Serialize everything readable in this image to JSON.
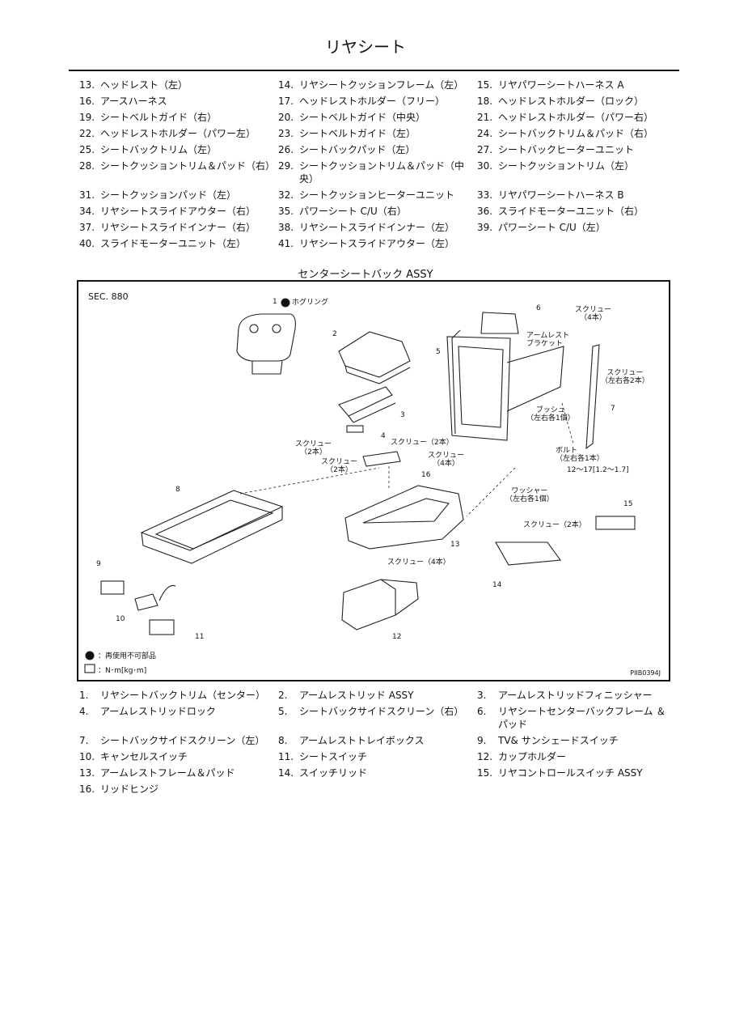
{
  "page_title": "リヤシート",
  "parts_top": [
    [
      {
        "num": "13.",
        "name": "ヘッドレスト（左）"
      },
      {
        "num": "14.",
        "name": "リヤシートクッションフレーム（左）"
      },
      {
        "num": "15.",
        "name": "リヤパワーシートハーネス A"
      }
    ],
    [
      {
        "num": "16.",
        "name": "アースハーネス"
      },
      {
        "num": "17.",
        "name": "ヘッドレストホルダー（フリー）"
      },
      {
        "num": "18.",
        "name": "ヘッドレストホルダー（ロック）"
      }
    ],
    [
      {
        "num": "19.",
        "name": "シートベルトガイド（右）"
      },
      {
        "num": "20.",
        "name": "シートベルトガイド（中央）"
      },
      {
        "num": "21.",
        "name": "ヘッドレストホルダー（パワー右）"
      }
    ],
    [
      {
        "num": "22.",
        "name": "ヘッドレストホルダー（パワー左）"
      },
      {
        "num": "23.",
        "name": "シートベルトガイド（左）"
      },
      {
        "num": "24.",
        "name": "シートバックトリム＆パッド（右）"
      }
    ],
    [
      {
        "num": "25.",
        "name": "シートバックトリム（左）"
      },
      {
        "num": "26.",
        "name": "シートバックパッド（左）"
      },
      {
        "num": "27.",
        "name": "シートバックヒーターユニット"
      }
    ],
    [
      {
        "num": "28.",
        "name": "シートクッショントリム＆パッド（右）"
      },
      {
        "num": "29.",
        "name": "シートクッショントリム＆パッド（中央）"
      },
      {
        "num": "30.",
        "name": "シートクッショントリム（左）"
      }
    ],
    [
      {
        "num": "31.",
        "name": "シートクッションパッド（左）"
      },
      {
        "num": "32.",
        "name": "シートクッションヒーターユニット"
      },
      {
        "num": "33.",
        "name": "リヤパワーシートハーネス B"
      }
    ],
    [
      {
        "num": "34.",
        "name": "リヤシートスライドアウター（右）"
      },
      {
        "num": "35.",
        "name": "パワーシート C/U（右）"
      },
      {
        "num": "36.",
        "name": "スライドモーターユニット（右）"
      }
    ],
    [
      {
        "num": "37.",
        "name": "リヤシートスライドインナー（右）"
      },
      {
        "num": "38.",
        "name": "リヤシートスライドインナー（左）"
      },
      {
        "num": "39.",
        "name": "パワーシート C/U（左）"
      }
    ],
    [
      {
        "num": "40.",
        "name": "スライドモーターユニット（左）"
      },
      {
        "num": "41.",
        "name": "リヤシートスライドアウター（左）"
      },
      {
        "num": "",
        "name": ""
      }
    ]
  ],
  "section_title": "センターシートバック ASSY",
  "figure": {
    "sec": "SEC. 880",
    "id": "PIIB0394J",
    "legend_nonreusable": "：再使用不可部品",
    "legend_torque": "：N･m[kg･m]",
    "labels": {
      "hog_ring": "ホグリング",
      "screw_4": "スクリュー\n（4本）",
      "armrest_bracket": "アームレスト\nブラケット",
      "screw_lr2": "スクリュー\n（左右各2本）",
      "bush": "ブッシュ\n（左右各1個）",
      "bolt": "ボルト\n（左右各1本）",
      "torque": "12～17[1.2～1.7]",
      "washer": "ワッシャー\n（左右各1個）",
      "screw_a": "スクリュー\n（2本）",
      "screw_b": "スクリュー\n（2本）",
      "screw_c": "スクリュー（2本）",
      "screw_d": "スクリュー\n（4本）",
      "screw_e": "スクリュー（2本）",
      "screw_f": "スクリュー（4本）"
    },
    "callouts": [
      "1",
      "2",
      "3",
      "4",
      "5",
      "6",
      "7",
      "8",
      "9",
      "10",
      "11",
      "12",
      "13",
      "14",
      "15",
      "16"
    ]
  },
  "parts_bottom": [
    [
      {
        "num": "1.",
        "name": "リヤシートバックトリム（センター）"
      },
      {
        "num": "2.",
        "name": "アームレストリッド ASSY"
      },
      {
        "num": "3.",
        "name": "アームレストリッドフィニッシャー"
      }
    ],
    [
      {
        "num": "4.",
        "name": "アームレストリッドロック"
      },
      {
        "num": "5.",
        "name": "シートバックサイドスクリーン（右）"
      },
      {
        "num": "6.",
        "name": "リヤシートセンターバックフレーム ＆パッド"
      }
    ],
    [
      {
        "num": "7.",
        "name": "シートバックサイドスクリーン（左）"
      },
      {
        "num": "8.",
        "name": "アームレストトレイボックス"
      },
      {
        "num": "9.",
        "name": "TV& サンシェードスイッチ"
      }
    ],
    [
      {
        "num": "10.",
        "name": "キャンセルスイッチ"
      },
      {
        "num": "11.",
        "name": "シートスイッチ"
      },
      {
        "num": "12.",
        "name": "カップホルダー"
      }
    ],
    [
      {
        "num": "13.",
        "name": "アームレストフレーム＆パッド"
      },
      {
        "num": "14.",
        "name": "スイッチリッド"
      },
      {
        "num": "15.",
        "name": "リヤコントロールスイッチ ASSY"
      }
    ],
    [
      {
        "num": "16.",
        "name": "リッドヒンジ"
      },
      {
        "num": "",
        "name": ""
      },
      {
        "num": "",
        "name": ""
      }
    ]
  ]
}
